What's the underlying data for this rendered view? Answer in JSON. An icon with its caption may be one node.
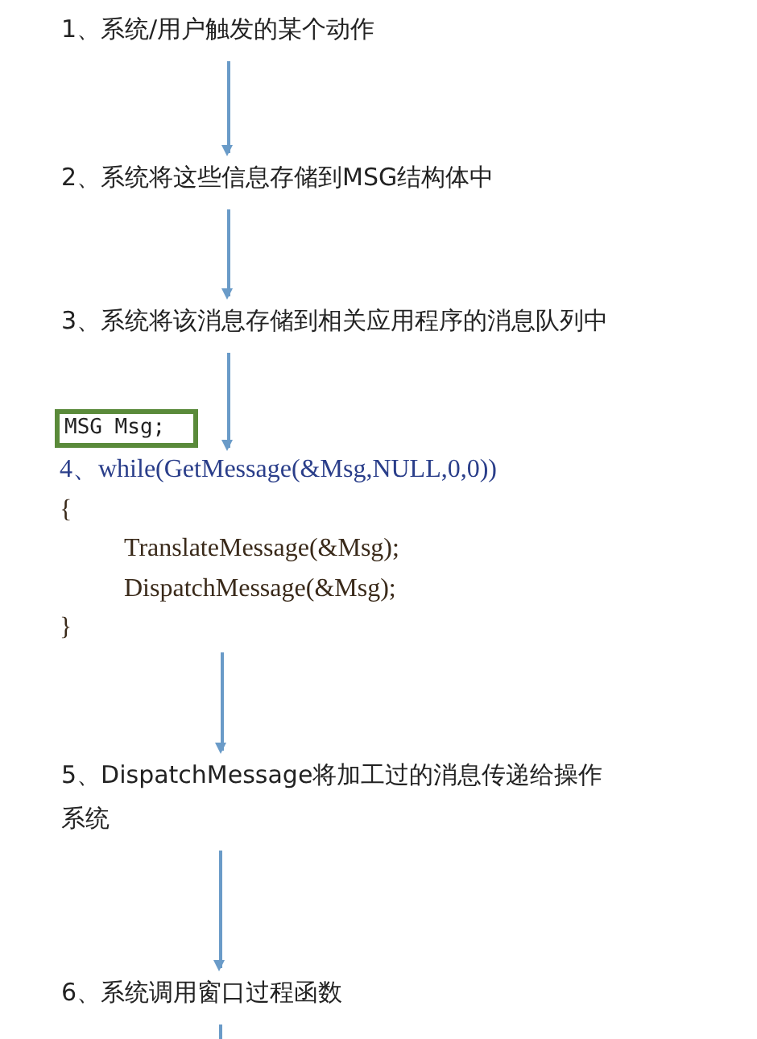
{
  "diagram": {
    "nodes": [
      {
        "text": [
          "1、系统/用户触发的某个动作"
        ]
      },
      {
        "text": [
          "2、系统将这些信息存储到MSG结构体中"
        ]
      },
      {
        "text": [
          "3、系统将该消息存储到相关应用程序的消息队列中"
        ]
      },
      {
        "text": [
          "MSG Msg;"
        ]
      },
      {
        "text": [
          "4、while(GetMessage(&Msg,NULL,0,0))",
          "{",
          "TranslateMessage(&Msg);",
          "DispatchMessage(&Msg);",
          "}"
        ]
      },
      {
        "text": [
          "5、DispatchMessage将加工过的消息传递给操作系统"
        ]
      },
      {
        "text": [
          "6、系统调用窗口过程函数"
        ]
      }
    ],
    "edges": [
      {
        "from": 0,
        "to": 1,
        "arrow": "to"
      },
      {
        "from": 1,
        "to": 2,
        "arrow": "to"
      },
      {
        "from": 2,
        "to": 4,
        "arrow": "to"
      },
      {
        "from": 4,
        "to": 5,
        "arrow": "to"
      },
      {
        "from": 5,
        "to": 6,
        "arrow": "to"
      },
      {
        "from": 6,
        "to": null,
        "arrow": "none"
      }
    ]
  }
}
